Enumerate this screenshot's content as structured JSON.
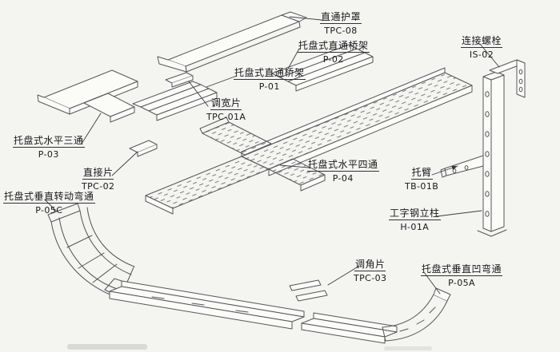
{
  "page": {
    "background": "#f4f4f0",
    "line_color": "#53565a",
    "text_color": "#17191c"
  },
  "labels": [
    {
      "part": "straight-protective-cover",
      "name": "直通护罩",
      "code": "TPC-08"
    },
    {
      "part": "tray-straight-section",
      "name": "托盘式直通桥架",
      "code": "P-02"
    },
    {
      "part": "tray-straight-section",
      "name": "托盘式直通桥架",
      "code": "P-01"
    },
    {
      "part": "connecting-bolt",
      "name": "连接螺栓",
      "code": "IS-02"
    },
    {
      "part": "width-adjust-plate",
      "name": "调宽片",
      "code": "TPC-01A"
    },
    {
      "part": "horizontal-tee",
      "name": "托盘式水平三通",
      "code": "P-03"
    },
    {
      "part": "straight-connect-plate",
      "name": "直接片",
      "code": "TPC-02"
    },
    {
      "part": "horizontal-cross",
      "name": "托盘式水平四通",
      "code": "P-04"
    },
    {
      "part": "bracket-arm",
      "name": "托臂",
      "code": "TB-01B"
    },
    {
      "part": "i-beam-column",
      "name": "工字钢立柱",
      "code": "H-01A"
    },
    {
      "part": "vertical-turning-bend",
      "name": "托盘式垂直转动弯通",
      "code": "P-05C"
    },
    {
      "part": "angle-adjust-plate",
      "name": "调角片",
      "code": "TPC-03"
    },
    {
      "part": "vertical-concave-bend",
      "name": "托盘式垂直凹弯通",
      "code": "P-05A"
    }
  ]
}
